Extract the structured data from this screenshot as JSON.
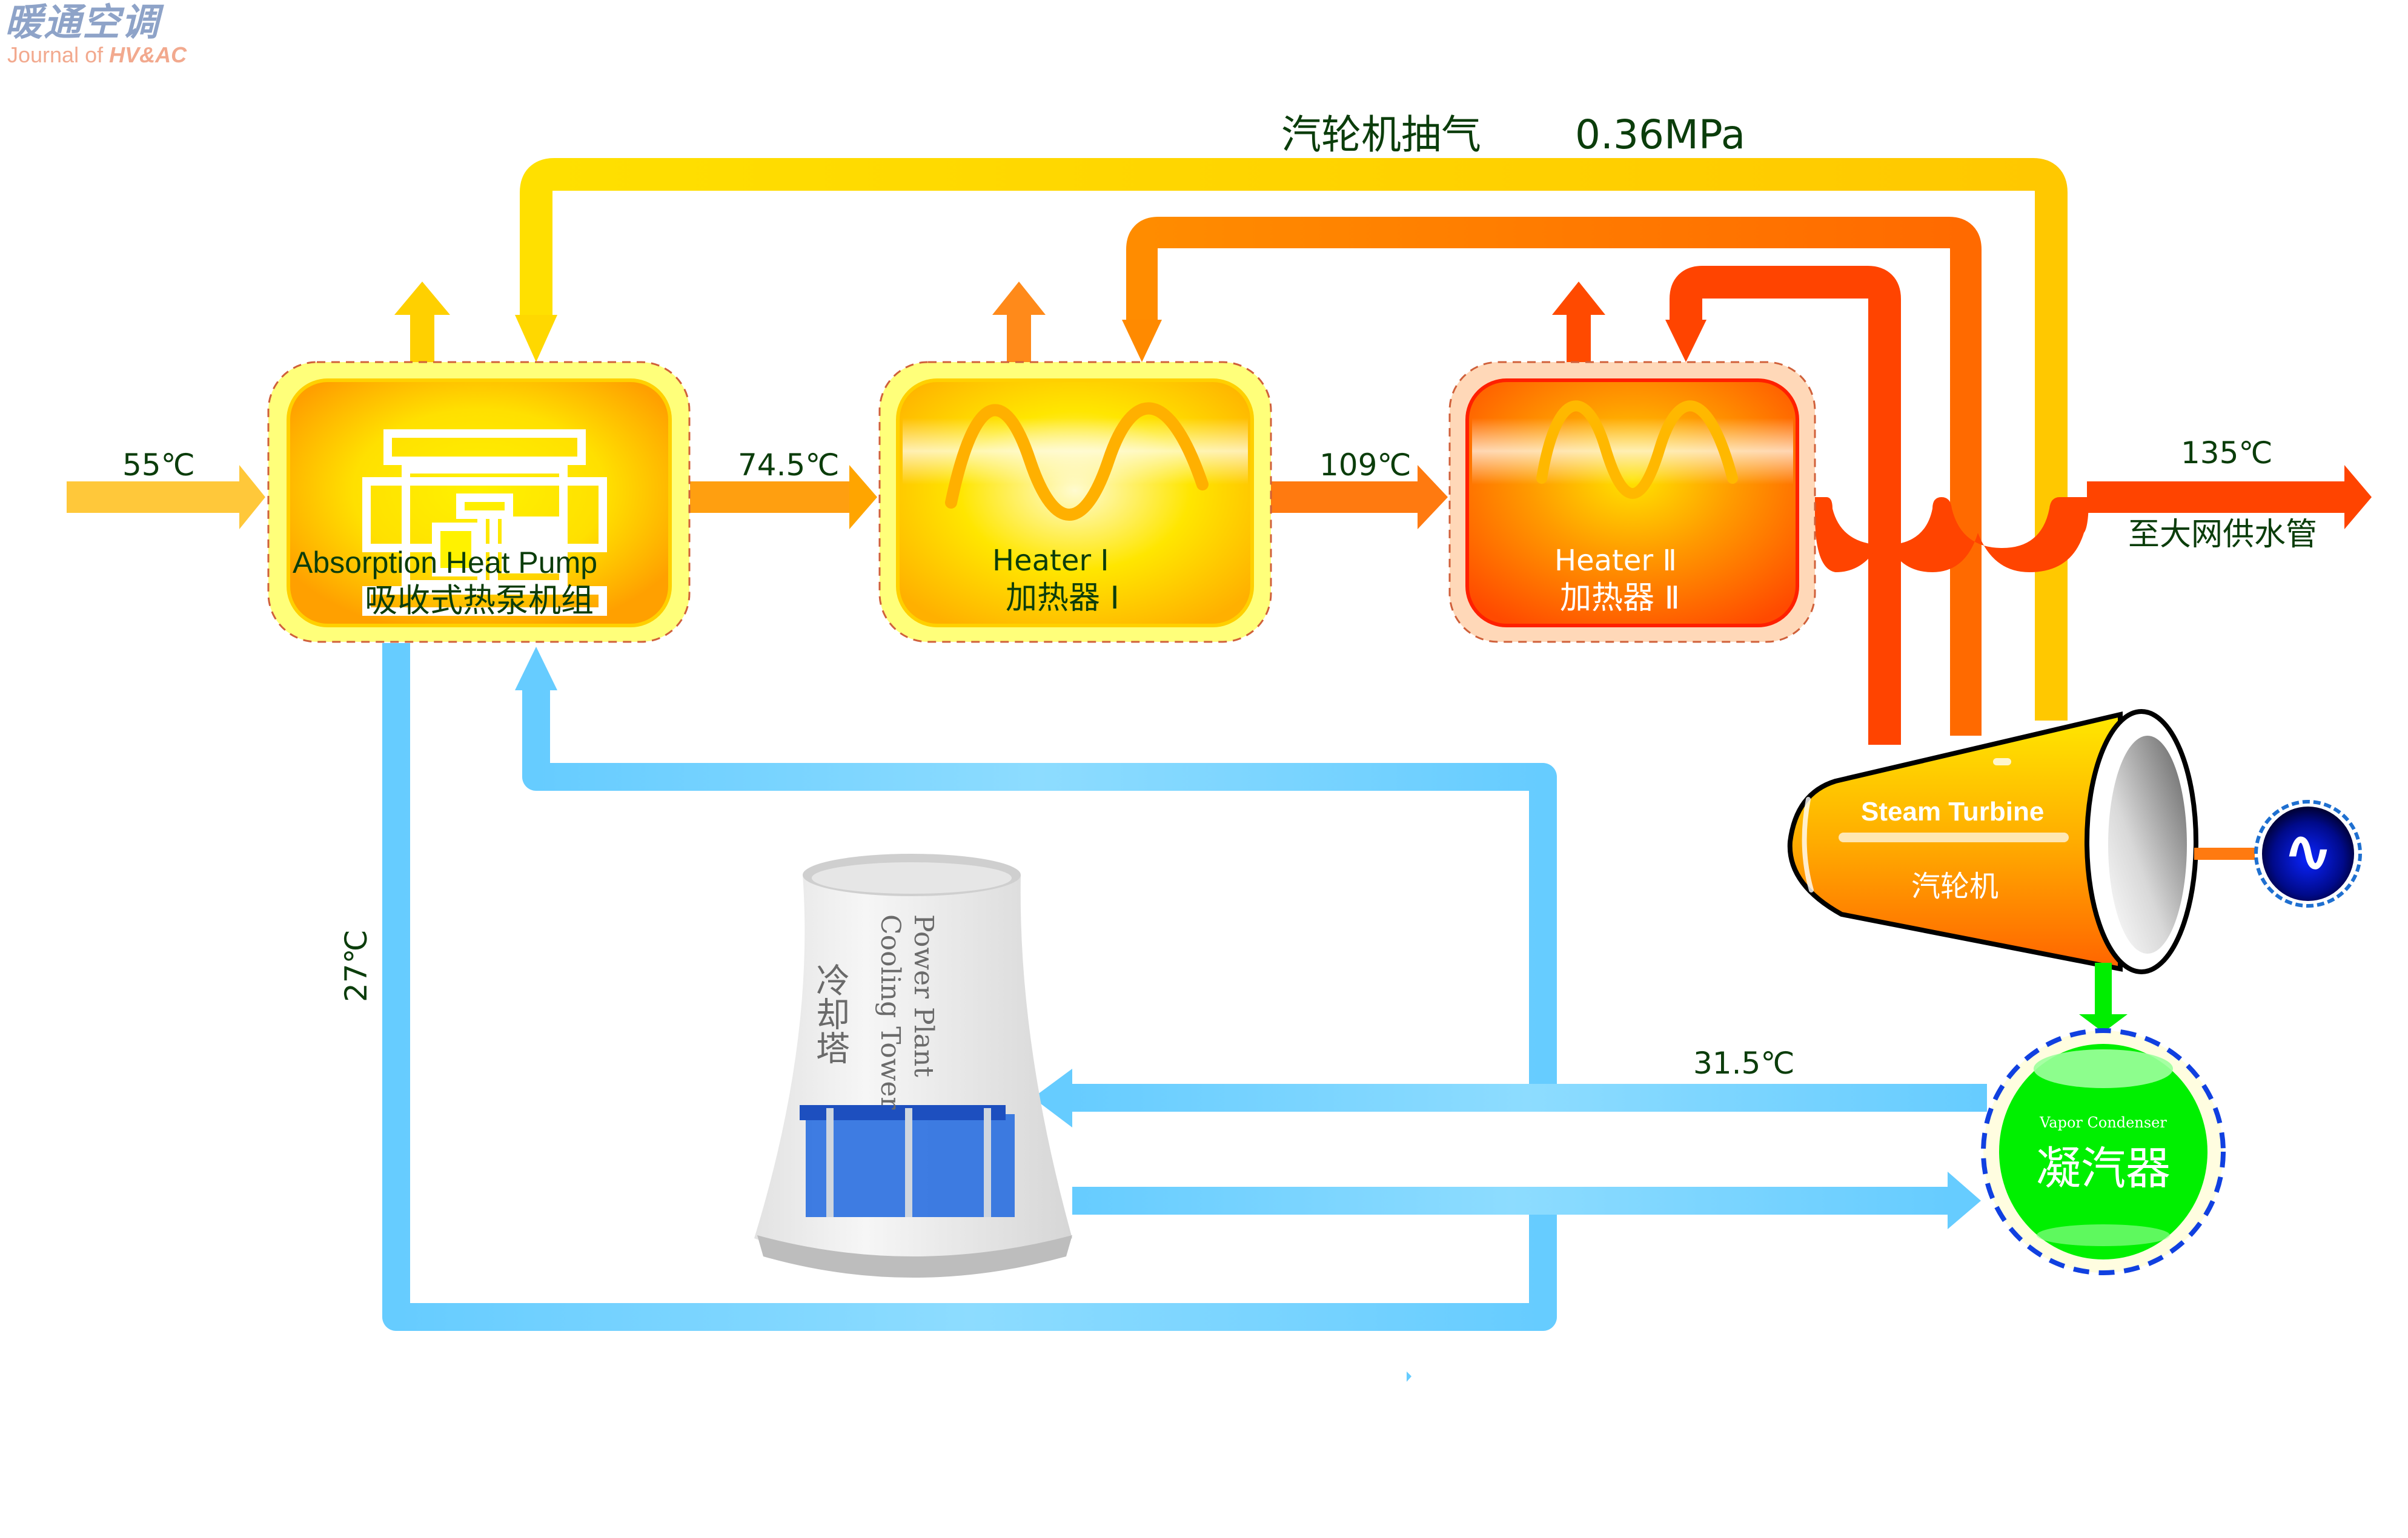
{
  "logo": {
    "chinese": "暖通空调",
    "english_prefix": "Journal of ",
    "english_bold": "HV&AC"
  },
  "extraction": {
    "label_cn": "汽轮机抽气",
    "pressure": "0.36MPa"
  },
  "temperatures": {
    "inlet": "55℃",
    "after_heat_pump": "74.5℃",
    "after_heater1": "109℃",
    "outlet": "135℃",
    "cooling_return": "27℃",
    "condenser_outlet": "31.5℃"
  },
  "outlet_label": "至大网供水管",
  "components": {
    "heat_pump": {
      "name_en": "Absorption Heat Pump",
      "name_cn": "吸收式热泵机组"
    },
    "heater1": {
      "name_en": "Heater Ⅰ",
      "name_cn": "加热器 Ⅰ"
    },
    "heater2": {
      "name_en": "Heater Ⅱ",
      "name_cn": "加热器 Ⅱ"
    },
    "turbine": {
      "name_en": "Steam Turbine",
      "name_cn": "汽轮机"
    },
    "condenser": {
      "name_en": "Vapor Condenser",
      "name_cn": "凝汽器"
    },
    "cooling_tower": {
      "name_en_line1": "Power Plant",
      "name_en_line2": "Cooling Tower",
      "name_cn": "冷却塔"
    },
    "generator": {
      "symbol": "∿"
    }
  },
  "colors": {
    "yellow_pipe": "#ffd400",
    "orange_pipe": "#ff8a00",
    "red_pipe": "#ff4400",
    "blue_pipe": "#66ccff",
    "green_pipe": "#00ff00",
    "label_text": "#0b3d0b"
  }
}
